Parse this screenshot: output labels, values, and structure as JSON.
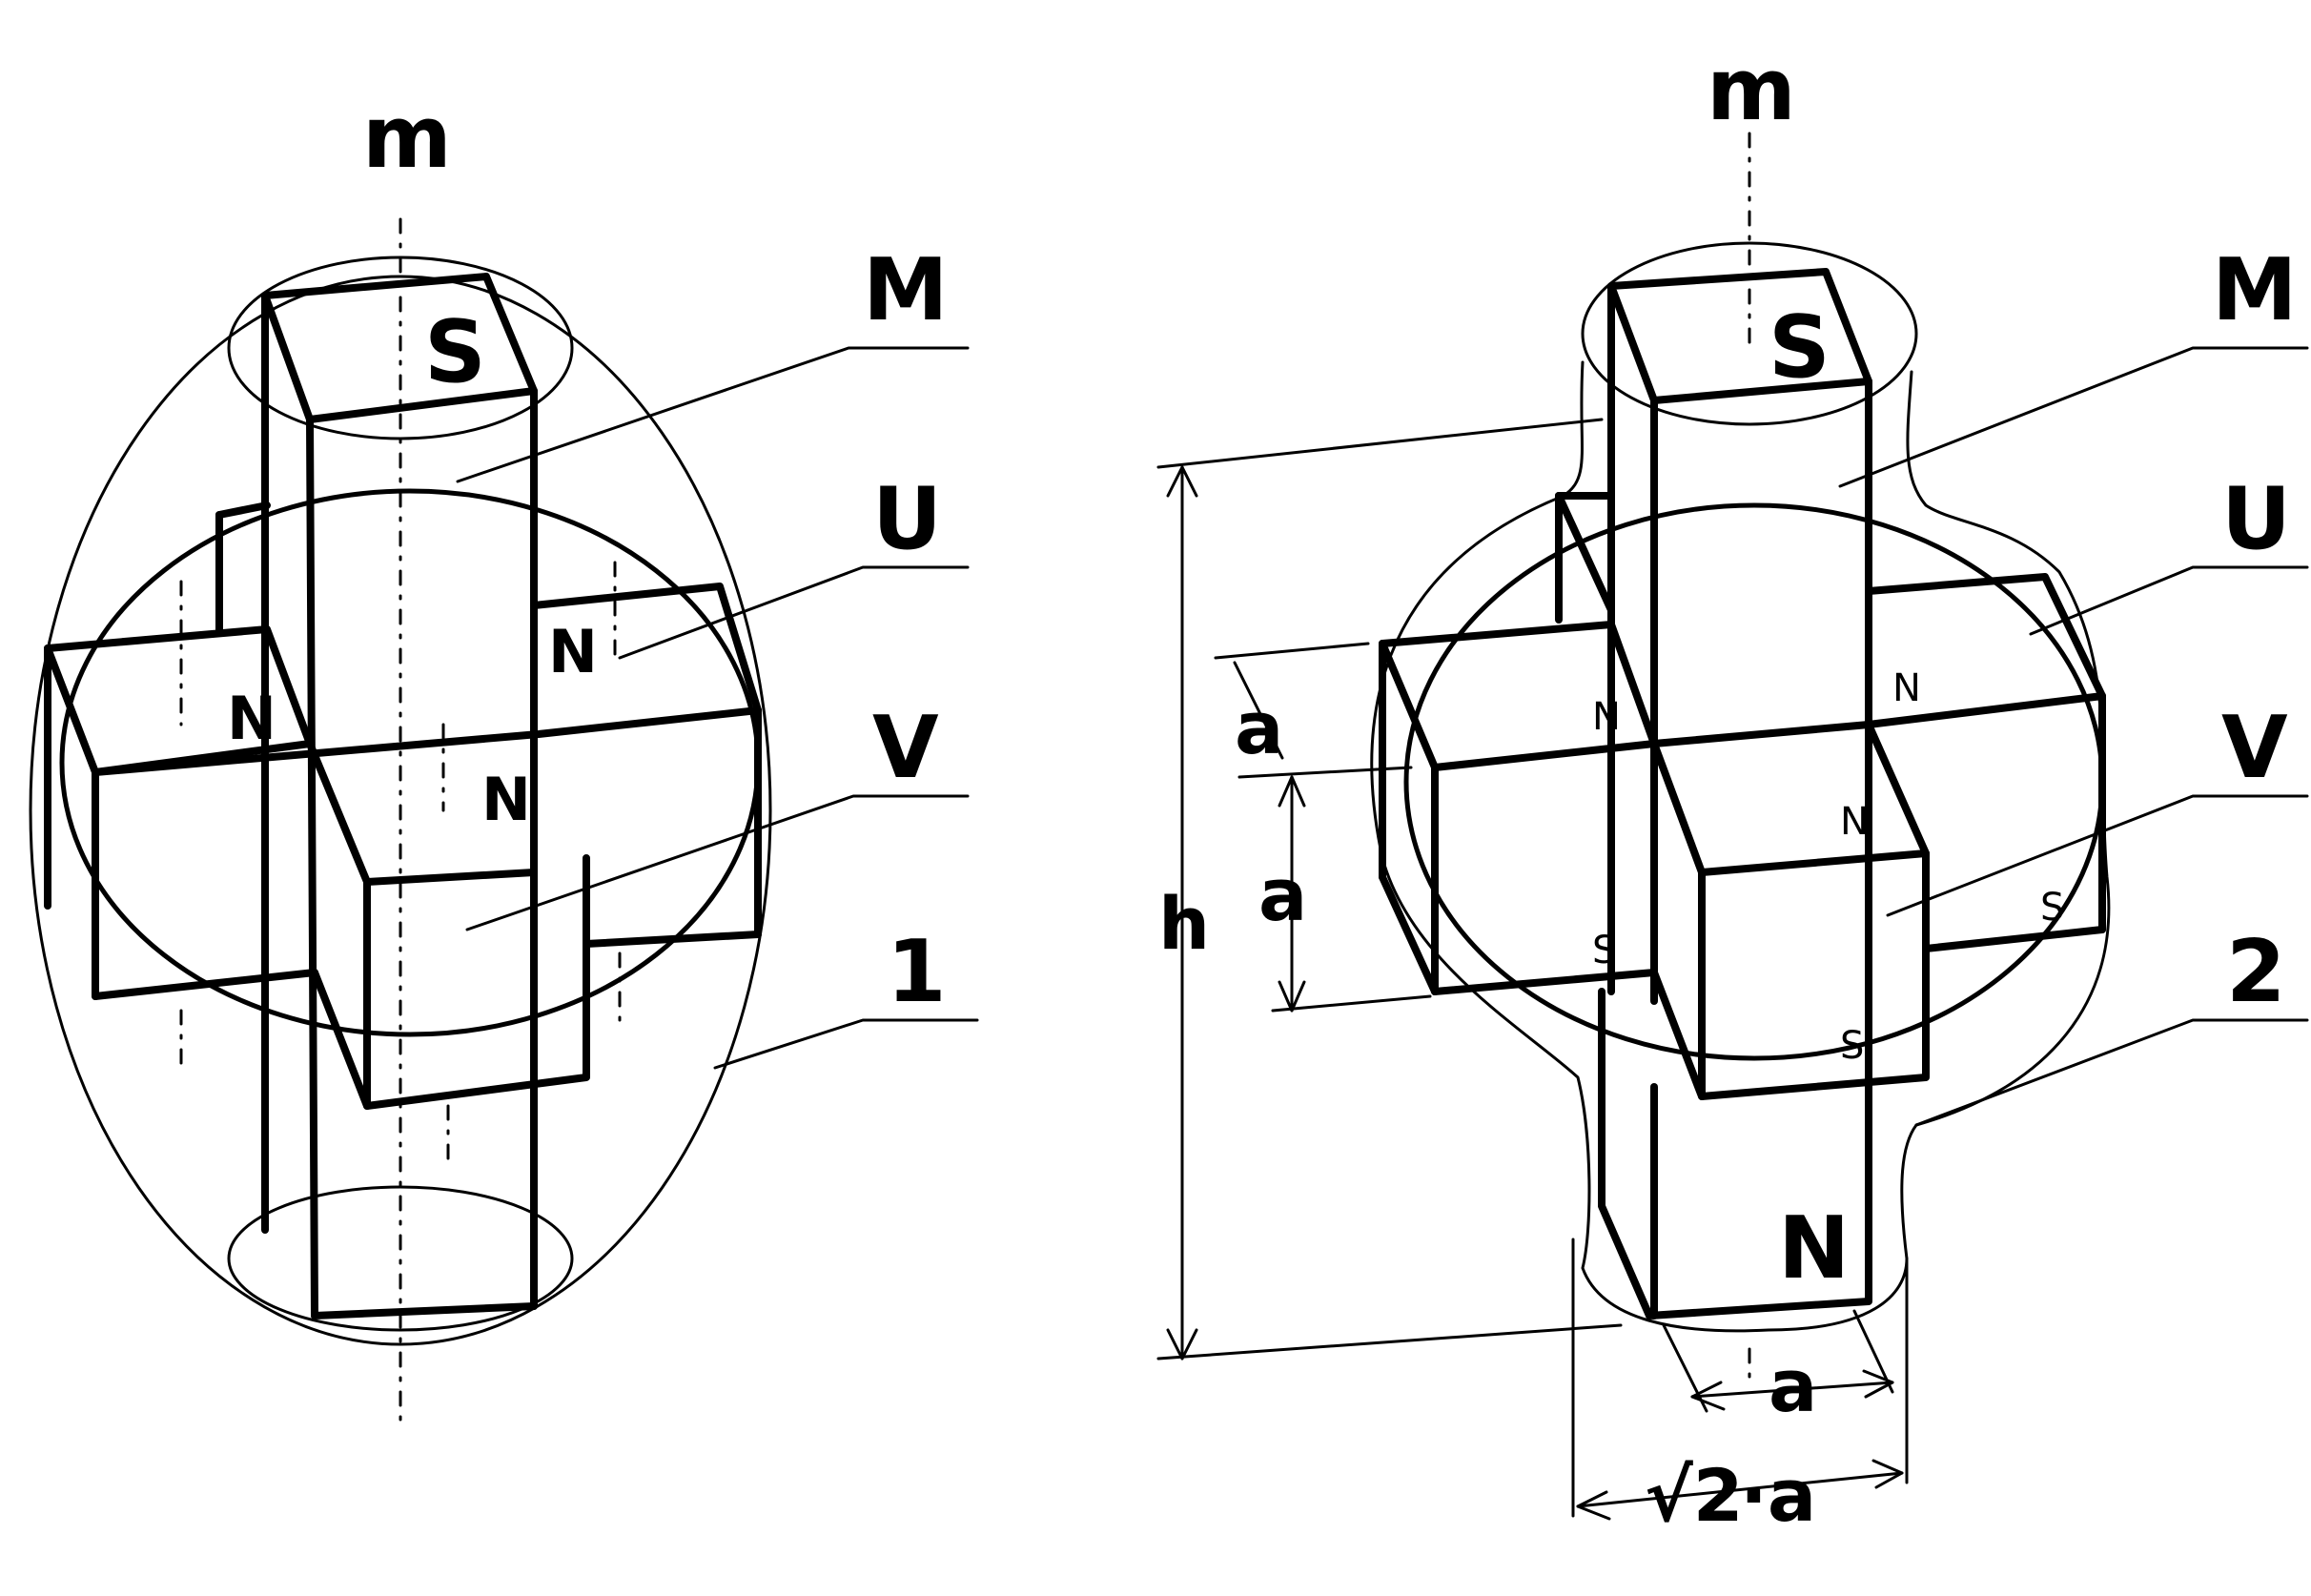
{
  "figure1": {
    "axis_label": "m",
    "top_pole": "S",
    "poles": [
      "N",
      "N",
      "N"
    ],
    "callouts": [
      "M",
      "U",
      "V",
      "1"
    ]
  },
  "figure2": {
    "axis_label": "m",
    "top_pole": "S",
    "bottom_pole": "N",
    "poles_n": [
      "N",
      "N",
      "N"
    ],
    "poles_s": [
      "S",
      "S",
      "S"
    ],
    "callouts": [
      "M",
      "U",
      "V",
      "2"
    ],
    "dimensions": {
      "height": "h",
      "upper_a": "a",
      "lower_a": "a",
      "width_a": "a",
      "diag_root": "√2",
      "diag_tail": "·a"
    }
  }
}
